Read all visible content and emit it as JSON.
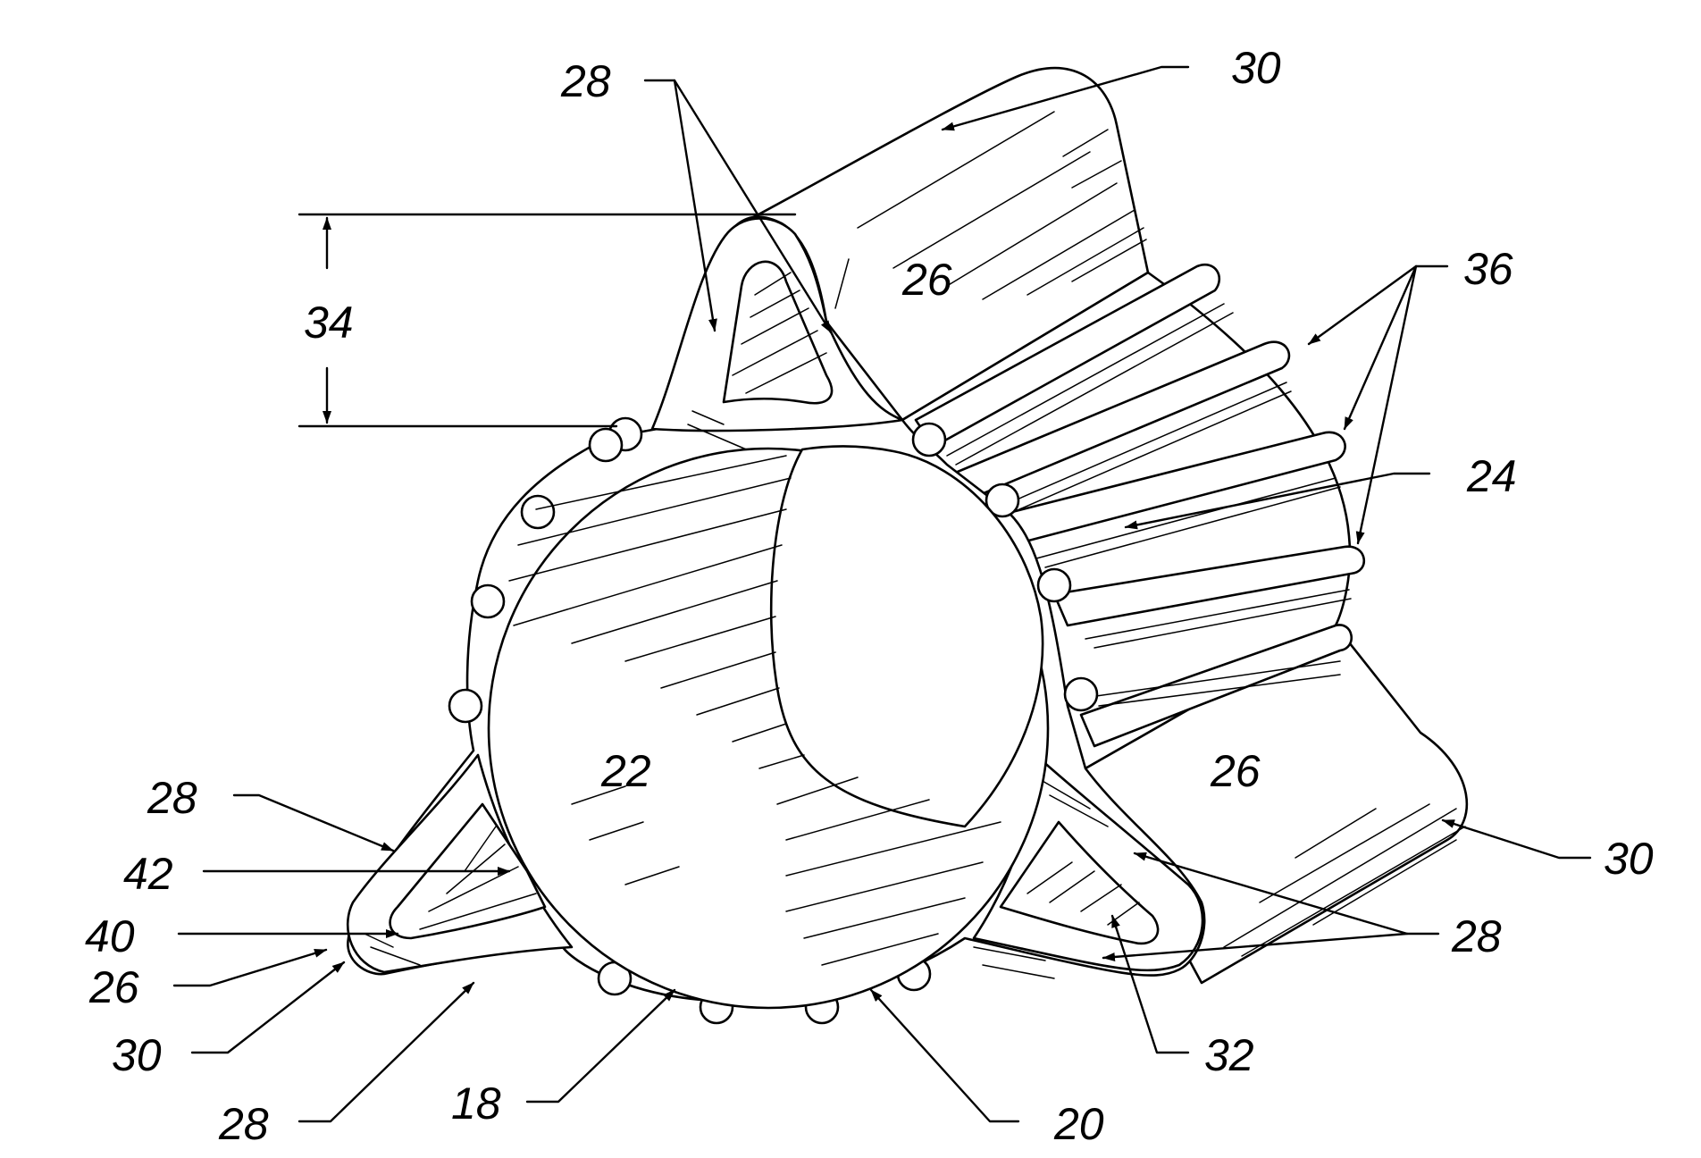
{
  "figure": {
    "labels": {
      "l28_top": "28",
      "l30_top": "30",
      "l34": "34",
      "l26_top": "26",
      "l36": "36",
      "l24": "24",
      "l22": "22",
      "l26_right": "26",
      "l28_left": "28",
      "l42": "42",
      "l40": "40",
      "l26_left": "26",
      "l30_left": "30",
      "l28_bottom_left": "28",
      "l18": "18",
      "l20": "20",
      "l32": "32",
      "l28_right": "28",
      "l30_right": "30"
    }
  }
}
